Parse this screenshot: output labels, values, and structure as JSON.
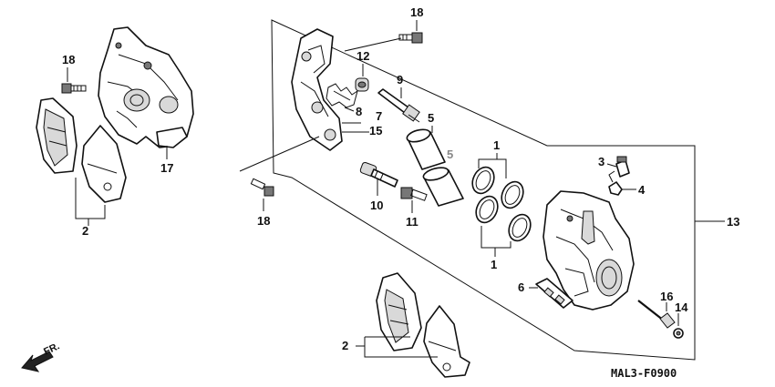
{
  "diagram": {
    "code": "MAL3-F0900",
    "direction_label": "FR.",
    "callouts": {
      "c1a": "1",
      "c1b": "1",
      "c2a": "2",
      "c2b": "2",
      "c3": "3",
      "c4": "4",
      "c5": "5",
      "c5b": "5",
      "c6": "6",
      "c7": "7",
      "c8": "8",
      "c9": "9",
      "c10": "10",
      "c11": "11",
      "c12": "12",
      "c13": "13",
      "c14": "14",
      "c15": "15",
      "c16": "16",
      "c17": "17",
      "c18a": "18",
      "c18b": "18",
      "c18c": "18"
    }
  }
}
